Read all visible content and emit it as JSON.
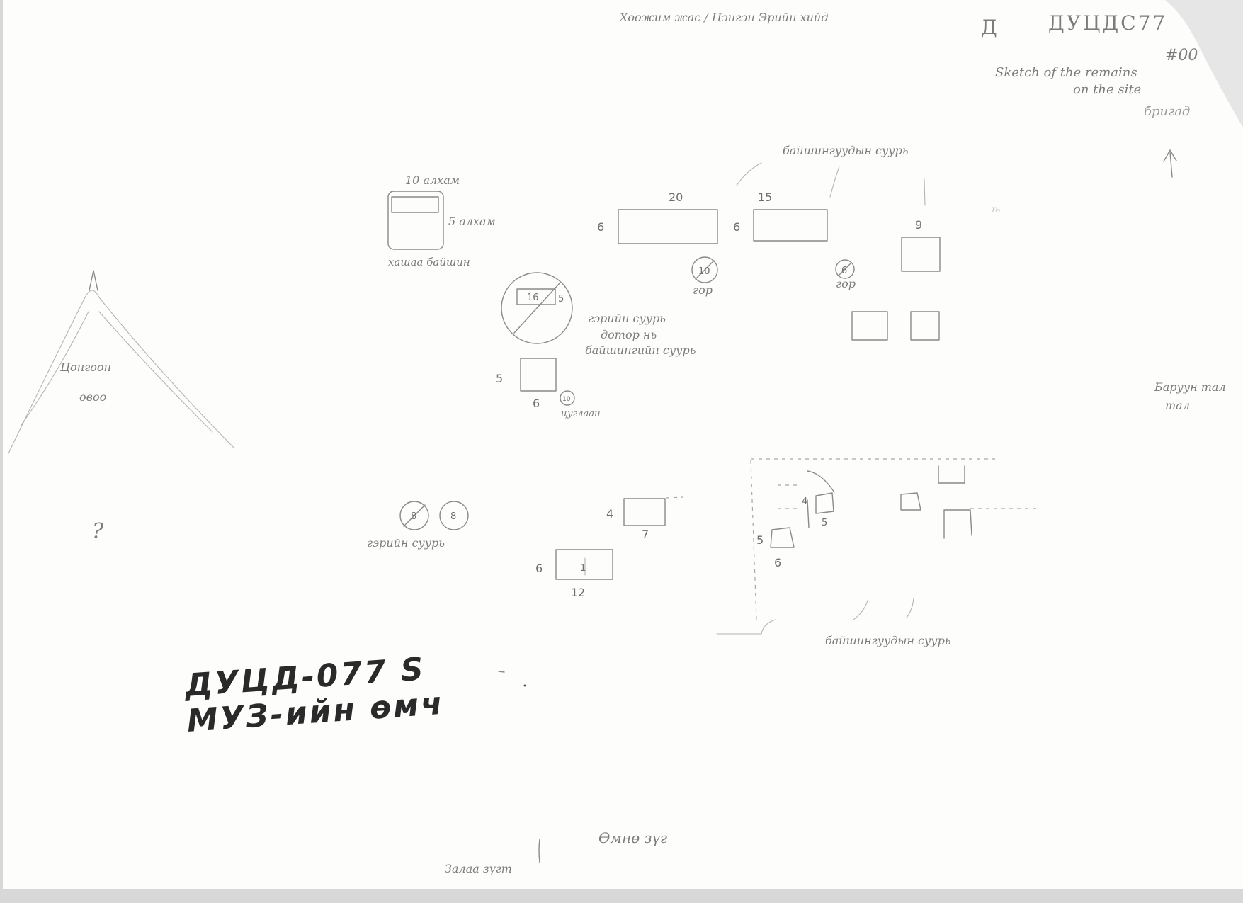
{
  "header": {
    "top_note": "Хоожим жас / Цэнгэн Эрийн хийд",
    "code_letter": "Д",
    "code": "ДУЦДС77",
    "number": "#00",
    "english_line_1": "Sketch of the remains",
    "english_line_2": "on the site",
    "brigade": "бригад"
  },
  "north_arrow": {
    "symbol": "↑"
  },
  "labels": {
    "ruins_top": "байшингуудын суурь",
    "ruins_bottom": "байшингуудын суурь",
    "fence_house": "хашаа байшин",
    "width_alkam": "10 алхам",
    "height_alkam": "5 алхам",
    "ger_base": "гэрийн суурь",
    "ger_base_inside_1": "гэрийн суурь",
    "ger_base_inside_2": "дотор нь",
    "ger_base_inside_3": "байшингийн суурь",
    "gor_1": "гор",
    "gor_2": "гор",
    "tsuglaan": "цуглаан",
    "ovoo_1": "Цонгоон",
    "ovoo_2": "овоо",
    "east": "Баруун тал",
    "east_2": "тал",
    "south_1": "Өмнө зүг",
    "south_2": "Залаа зүгт"
  },
  "numbers": {
    "b20_w": "20",
    "b20_h": "6",
    "b15_w": "15",
    "b15_h": "6",
    "b9": "9",
    "gor10": "10",
    "gor6": "6",
    "ger16": "16",
    "ger5": "5",
    "sq5": "5",
    "sq6": "6",
    "circle_small": "10",
    "ger8a": "8",
    "ger8b": "8",
    "b7_h": "4",
    "b7_w": "7",
    "b12_h": "6",
    "b12_w": "12",
    "b12_mid": "1",
    "r_4": "4",
    "r_5": "5",
    "r_5b": "5",
    "r_6": "6"
  },
  "stamp": {
    "line1": "ДУЦД-077 S",
    "line2": "МУЗ-ийн өмч"
  },
  "misc": {
    "symbol_left": "?"
  }
}
